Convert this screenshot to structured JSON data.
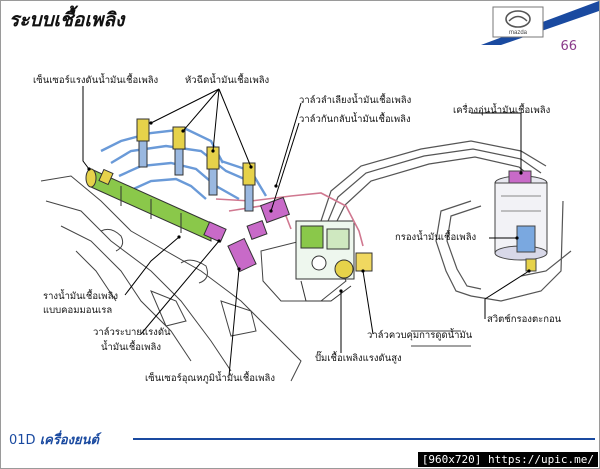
{
  "header": {
    "title": "ระบบเชื้อเพลิง",
    "logo_text": "mazda",
    "page_number": "66"
  },
  "labels": {
    "fuel_pressure_sensor": "เซ็นเซอร์แรงดันน้ำมันเชื้อเพลิง",
    "injectors": "หัวฉีดน้ำมันเชื้อเพลิง",
    "fuel_return_valve": "วาล์วลำเลียงน้ำมันเชื้อเพลิง",
    "check_valve": "วาล์วกันกลับน้ำมันเชื้อเพลิง",
    "fuel_warmer": "เครื่องอุ่นน้ำมันเชื้อเพลิง",
    "fuel_filter": "กรองน้ำมันเชื้อเพลิง",
    "common_rail_line1": "รางน้ำมันเชื้อเพลิง",
    "common_rail_line2": "แบบคอมมอนเรล",
    "pressure_limiter_line1": "วาล์วระบายแรงดัน",
    "pressure_limiter_line2": "น้ำมันเชื้อเพลิง",
    "suction_control_valve": "วาล์วควบคุมการดูดน้ำมัน",
    "sedimenter_switch": "สวิตช์กรองตะกอน",
    "high_pressure_pump": "ปั๊มเชื้อเพลิงแรงดันสูง",
    "fuel_temp_sensor": "เซ็นเซอร์อุณหภูมิน้ำมันเชื้อเพลิง"
  },
  "footer": {
    "code": "01D",
    "section": "เครื่องยนต์"
  },
  "watermark": "[960x720] https://upic.me/",
  "colors": {
    "title_underline": "#1a4aa0",
    "rail_green": "#8ac84a",
    "injector_yellow": "#e6d24a",
    "pipe_blue": "#6a9ad8",
    "magenta_part": "#c86ac8",
    "pink_line": "#d07890",
    "page_number": "#8a3a8a"
  }
}
